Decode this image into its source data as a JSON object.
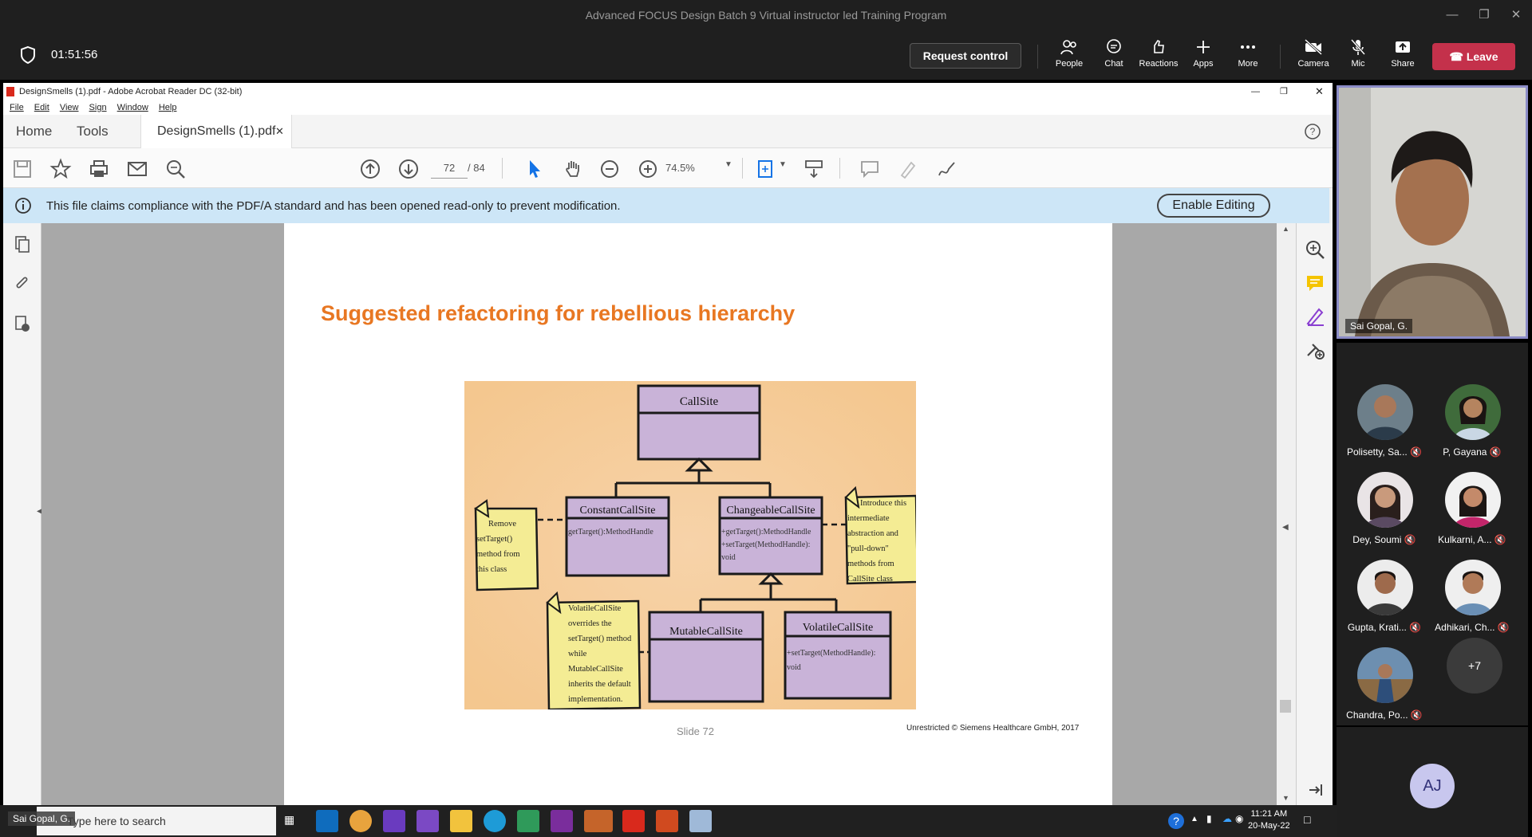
{
  "teams": {
    "window_title": "Advanced FOCUS Design Batch 9 Virtual instructor led Training Program",
    "timer": "01:51:56",
    "request_control": "Request control",
    "toolbar": {
      "people": "People",
      "chat": "Chat",
      "reactions": "Reactions",
      "apps": "Apps",
      "more": "More",
      "camera": "Camera",
      "mic": "Mic",
      "share": "Share",
      "leave": "Leave"
    },
    "self_video_name": "Sai Gopal, G.",
    "participants": [
      {
        "name": "Polisetty, Sa..."
      },
      {
        "name": "P, Gayana"
      },
      {
        "name": "Dey, Soumi"
      },
      {
        "name": "Kulkarni, A..."
      },
      {
        "name": "Gupta, Krati..."
      },
      {
        "name": "Adhikari, Ch..."
      },
      {
        "name": "Chandra, Po..."
      }
    ],
    "more_count": "+7",
    "aj_initials": "AJ",
    "colors": {
      "leave": "#c4314b",
      "accent": "#8b8cc7"
    }
  },
  "acrobat": {
    "window_title": "DesignSmells (1).pdf - Adobe Acrobat Reader DC (32-bit)",
    "menu": [
      "File",
      "Edit",
      "View",
      "Sign",
      "Window",
      "Help"
    ],
    "tabs": {
      "home": "Home",
      "tools": "Tools",
      "doc": "DesignSmells (1).pdf"
    },
    "page_current": "72",
    "page_total": "/  84",
    "zoom": "74.5%",
    "banner_text": "This file claims compliance with the PDF/A standard and has been opened read-only to prevent modification.",
    "enable_editing": "Enable Editing"
  },
  "slide": {
    "title": "Suggested refactoring for rebellious hierarchy",
    "slide_number": "Slide 72",
    "copyright": "Unrestricted © Siemens Healthcare GmbH, 2017",
    "diagram": {
      "classes": {
        "callsite": "CallSite",
        "constant": "ConstantCallSite",
        "constant_method": "getTarget():MethodHandle",
        "changeable": "ChangeableCallSite",
        "changeable_m1": "+getTarget():MethodHandle",
        "changeable_m2": "+setTarget(MethodHandle):",
        "changeable_m3": "void",
        "mutable": "MutableCallSite",
        "volatile": "VolatileCallSite",
        "volatile_m1": "+setTarget(MethodHandle):",
        "volatile_m2": "void"
      },
      "notes": {
        "remove": [
          "Remove",
          "setTarget()",
          "method from",
          "this class"
        ],
        "introduce": [
          "Introduce this",
          "intermediate",
          "abstraction and",
          "\"pull-down\"",
          "methods from",
          "CallSite class"
        ],
        "volatile_note": [
          "VolatileCallSite",
          "overrides the",
          "setTarget() method",
          "while",
          "MutableCallSite",
          "inherits the default",
          "implementation."
        ]
      }
    }
  },
  "taskbar": {
    "search_placeholder": "Type here to search",
    "presenter_tag": "Sai Gopal, G.",
    "time": "11:21 AM",
    "date": "20-May-22"
  }
}
